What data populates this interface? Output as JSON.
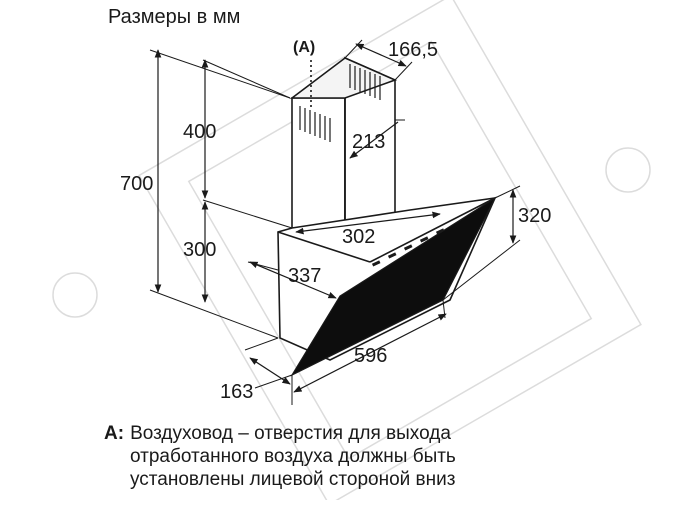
{
  "title": "Размеры в мм",
  "marker": "(A)",
  "dimensions": {
    "height_total": "700",
    "chimney_height": "400",
    "body_height": "300",
    "chimney_width": "166,5",
    "chimney_depth": "213",
    "glass_height": "320",
    "body_depth": "302",
    "base_depth": "337",
    "width": "596",
    "front_depth": "163"
  },
  "legend": {
    "key": "A:",
    "line1": "Воздуховод – отверстия для выхода",
    "line2": "отработанного воздуха должны быть",
    "line3": "установлены лицевой стороной вниз"
  },
  "colors": {
    "line": "#1a1a1a",
    "glass": "#0d0d0d",
    "watermark": "#d9d9d9"
  }
}
